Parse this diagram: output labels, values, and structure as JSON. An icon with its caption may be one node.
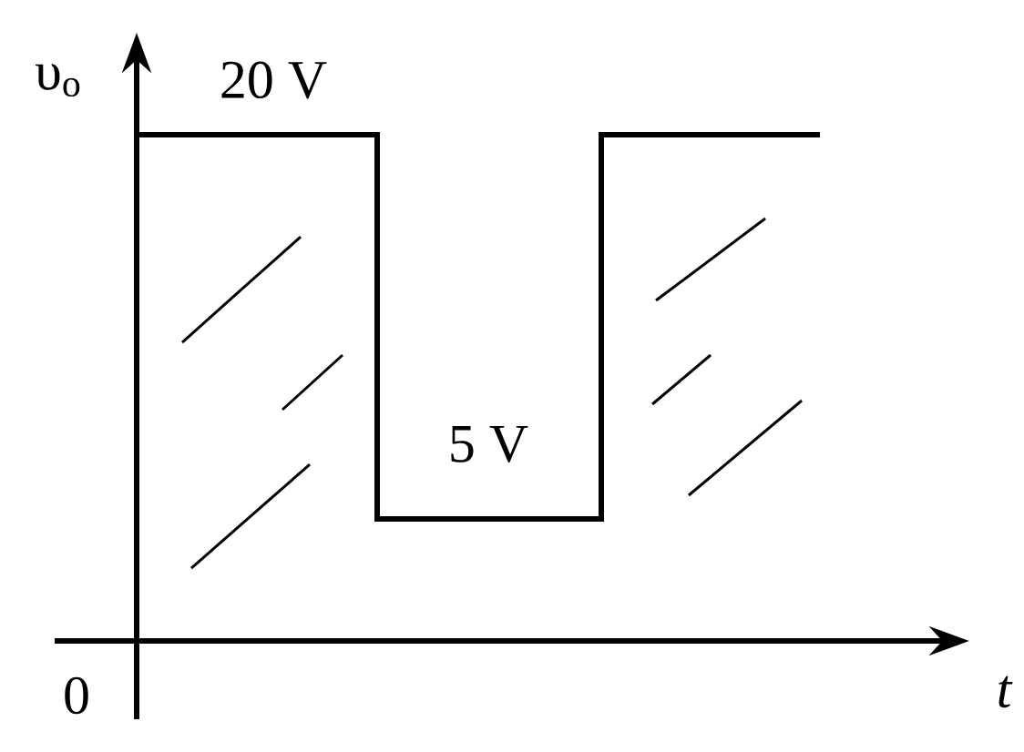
{
  "diagram": {
    "labels": [
      "υ$_{o}$",
      "20 V",
      "5 V",
      "0",
      "t"
    ]
  }
}
